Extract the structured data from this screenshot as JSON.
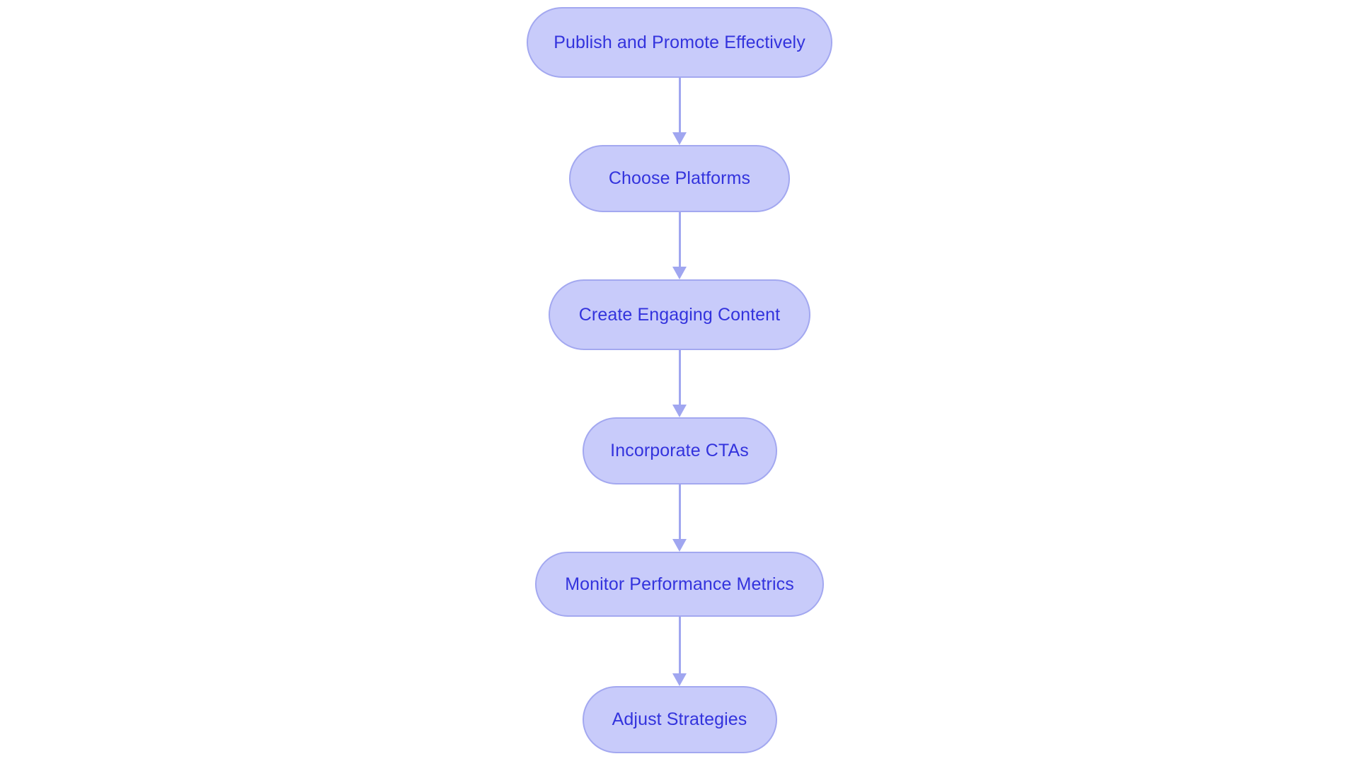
{
  "diagram": {
    "type": "flowchart",
    "orientation": "vertical-top-to-bottom",
    "background_color": "#ffffff",
    "node_fill_color": "#c8cbfa",
    "node_border_color": "#a3a8f0",
    "node_text_color": "#3333dd",
    "connector_color": "#a0a6f0",
    "node_shape": "stadium",
    "nodes": [
      {
        "id": "n1",
        "label": "Publish and Promote Effectively"
      },
      {
        "id": "n2",
        "label": "Choose Platforms"
      },
      {
        "id": "n3",
        "label": "Create Engaging Content"
      },
      {
        "id": "n4",
        "label": "Incorporate CTAs"
      },
      {
        "id": "n5",
        "label": "Monitor Performance Metrics"
      },
      {
        "id": "n6",
        "label": "Adjust Strategies"
      }
    ],
    "edges": [
      {
        "id": "e1",
        "from": "n1",
        "to": "n2",
        "arrow": "down-arrow"
      },
      {
        "id": "e2",
        "from": "n2",
        "to": "n3",
        "arrow": "down-arrow"
      },
      {
        "id": "e3",
        "from": "n3",
        "to": "n4",
        "arrow": "down-arrow"
      },
      {
        "id": "e4",
        "from": "n4",
        "to": "n5",
        "arrow": "down-arrow"
      },
      {
        "id": "e5",
        "from": "n5",
        "to": "n6",
        "arrow": "down-arrow"
      }
    ]
  }
}
